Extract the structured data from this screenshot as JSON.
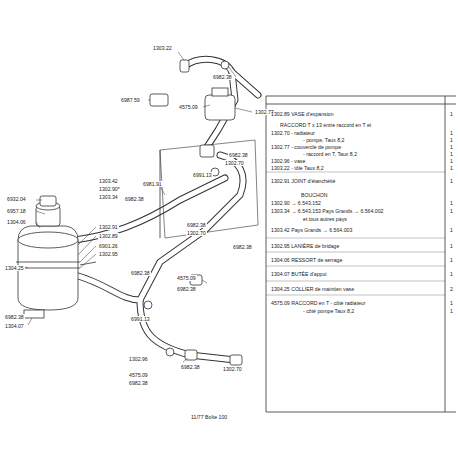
{
  "diagram": {
    "labels": [
      "1303.22",
      "6982.38",
      "6987.59",
      "4575.09",
      "1302.77",
      "6982.38",
      "1302.70",
      "6991.13",
      "6981.91",
      "6982.38",
      "1303.42",
      "1302.90*",
      "1303.34",
      "6932.04",
      "6957.18",
      "1304.06",
      "1302.91",
      "1302.89",
      "6901.26",
      "1302.95",
      "1304.25",
      "6982.38",
      "1302.70",
      "6982.38",
      "4575.09",
      "6982.38",
      "6982.38",
      "6991.13",
      "6982.38",
      "1302.70",
      "1302.96",
      "4575.09",
      "6982.38",
      "6982.38",
      "1304.07",
      "11/77 Boîte 100",
      "1302.89 VASE d'expansion",
      "1",
      "RACCORD T x 13 entre raccord en T et",
      "1302.70 - radiateur",
      "1",
      "- pompe, Taux 8,2",
      "1",
      "1302.77 - couvercle de pompe",
      "1",
      "- raccord en T, Taux 8,2",
      "1",
      "1302.96 - vase",
      "1",
      "1303.22 - tôle Taux 8,2",
      "1",
      "1302.91 JOINT d'étanchéité",
      "1",
      "BOUCHON",
      "1302.90 → 6.543.152",
      "1",
      "1303.34 → 6.543.153 Pays Grands → 6.564.002",
      "1",
      "et tous autres pays",
      "1303.42 Pays Grands → 6.564.003",
      "1",
      "1302.95 LANIÈRE de bridage",
      "1",
      "1304.06 RESSORT de serrage",
      "1",
      "1304.07 BUTÉE d'appui",
      "1",
      "1304.25 COLLIER de maintien vase",
      "2",
      "4575.09 RACCORD en T - côté radiateur",
      "1",
      "- côté pompe Taux 8,2",
      "1"
    ]
  }
}
